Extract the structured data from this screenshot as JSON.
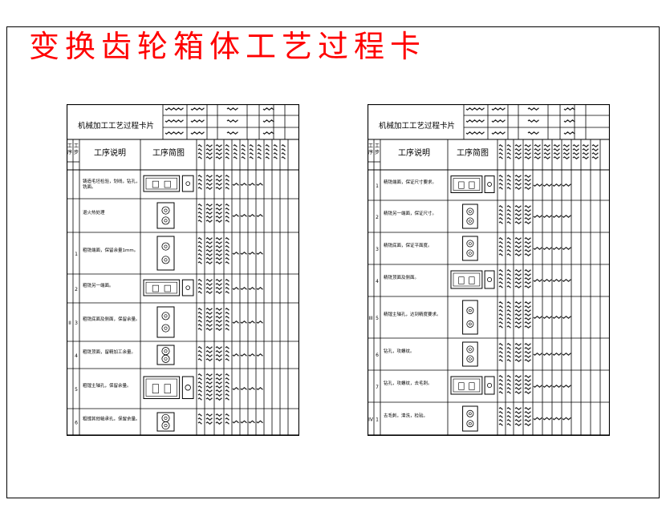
{
  "title": "变换齿轮箱体工艺过程卡",
  "colors": {
    "title": "#ff0000",
    "lines": "#000000"
  },
  "card_heading": "机械加工工艺过程卡片",
  "col_headers": {
    "step": "工序号",
    "work_step": "工步",
    "desc": "工序说明",
    "sketch": "工序简图"
  },
  "left_sheet": {
    "rows": [
      {
        "roman": "",
        "step": "",
        "desc": "铸造毛坯检验，划线，钻孔，铣面。"
      },
      {
        "roman": "",
        "step": "",
        "desc": "退火热处理"
      },
      {
        "roman": "",
        "step": "1",
        "desc": "粗铣端面，保留余量1mm。"
      },
      {
        "roman": "",
        "step": "2",
        "desc": "粗铣另一端面。"
      },
      {
        "roman": "II",
        "step": "3",
        "desc": "粗铣底面及侧面，保留余量。"
      },
      {
        "roman": "",
        "step": "4",
        "desc": "粗铣顶面，留精加工余量。"
      },
      {
        "roman": "",
        "step": "5",
        "desc": "粗镗主轴孔，保留余量。"
      },
      {
        "roman": "",
        "step": "6",
        "desc": "粗镗其他轴承孔，保留余量。"
      }
    ]
  },
  "right_sheet": {
    "rows": [
      {
        "roman": "",
        "step": "1",
        "desc": "精铣端面，保证尺寸要求。"
      },
      {
        "roman": "",
        "step": "2",
        "desc": "精铣另一端面，保证尺寸。"
      },
      {
        "roman": "",
        "step": "3",
        "desc": "精铣底面，保证平面度。"
      },
      {
        "roman": "",
        "step": "4",
        "desc": "精铣顶面及侧面。"
      },
      {
        "roman": "III",
        "step": "5",
        "desc": "精镗主轴孔，达到精度要求。"
      },
      {
        "roman": "",
        "step": "6",
        "desc": "钻孔，攻螺纹。"
      },
      {
        "roman": "",
        "step": "7",
        "desc": "钻孔，攻螺纹，去毛刺。"
      },
      {
        "roman": "IV",
        "step": "1",
        "desc": "去毛刺，清洗，检验。"
      }
    ]
  }
}
